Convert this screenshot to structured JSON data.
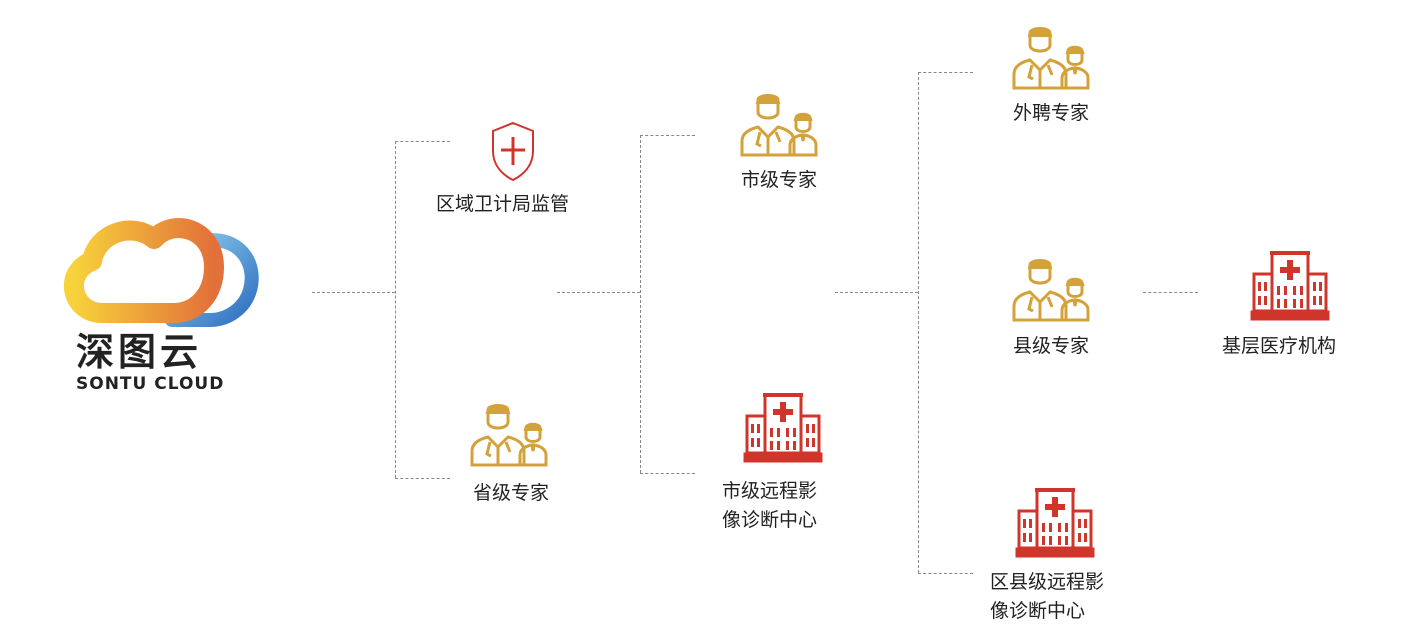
{
  "logo": {
    "cn": "深图云",
    "en": "SONTU CLOUD"
  },
  "nodes": {
    "regional_health": "区域卫计局监管",
    "provincial_experts": "省级专家",
    "city_experts": "市级专家",
    "city_imaging_center": [
      "市级远程影",
      "像诊断中心"
    ],
    "external_experts": "外聘专家",
    "county_experts": "县级专家",
    "county_imaging_center": [
      "区县级远程影",
      "像诊断中心"
    ],
    "primary_institutions": "基层医疗机构"
  },
  "colors": {
    "gold": "#D4A23A",
    "red": "#D0352B",
    "line": "#888888"
  }
}
